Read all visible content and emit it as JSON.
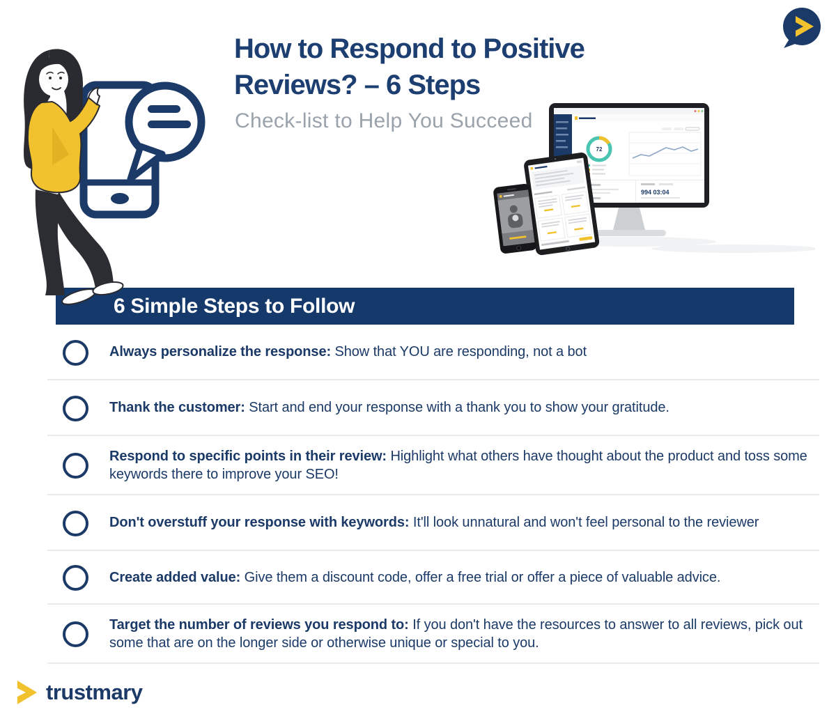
{
  "colors": {
    "navy": "#1b3a67",
    "banner_navy": "#16396b",
    "brand_yellow": "#f2c12e",
    "subtitle_gray": "#9aa2ac",
    "divider_gray": "#e9eaec"
  },
  "header": {
    "title_line1": "How to Respond to Positive",
    "title_line2": "Reviews? – 6 Steps",
    "subtitle": "Check-list to Help You Succeed"
  },
  "banner": {
    "label": "6 Simple Steps to Follow"
  },
  "checklist": {
    "items": [
      {
        "label": "Always personalize the response:",
        "text": "Show that YOU are responding, not a bot"
      },
      {
        "label": "Thank the customer:",
        "text": "Start and end your response with a thank you to show your gratitude."
      },
      {
        "label": "Respond to specific points in their review:",
        "text": "Highlight what others have thought about the product and toss some keywords there to improve your SEO!"
      },
      {
        "label": "Don't overstuff your response with keywords:",
        "text": "It'll look unnatural and won't feel personal to the reviewer"
      },
      {
        "label": "Create added value:",
        "text": "Give them a discount code, offer a free trial or offer a piece of valuable advice."
      },
      {
        "label": "Target the number of reviews you respond to:",
        "text": "If you don't have the resources to answer to all reviews, pick out some that are on the longer side or otherwise unique or special to you."
      }
    ]
  },
  "mockup": {
    "donut_value": "72",
    "stat": "994 03:04"
  },
  "footer": {
    "brand": "trustmary"
  }
}
